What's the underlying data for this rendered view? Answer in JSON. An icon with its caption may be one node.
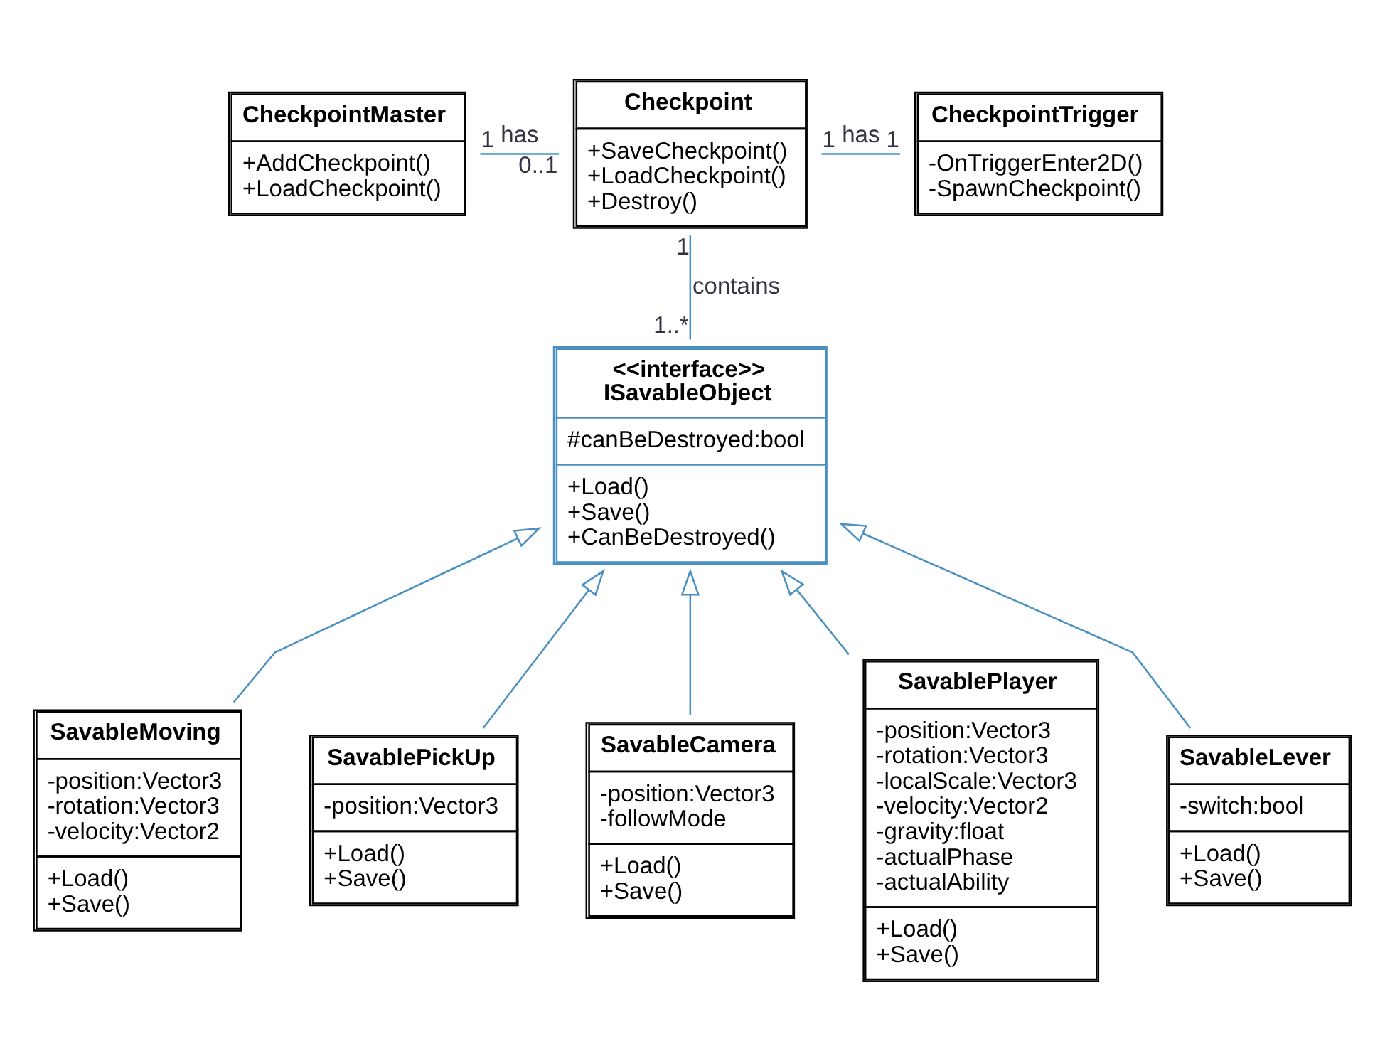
{
  "diagram": {
    "nodes": [
      {
        "text": [
          "CheckpointMaster",
          "+AddCheckpoint() +LoadCheckpoint()"
        ]
      },
      {
        "text": [
          "Checkpoint",
          "+SaveCheckpoint() +LoadCheckpoint() +Destroy()"
        ]
      },
      {
        "text": [
          "CheckpointTrigger",
          "-OnTriggerEnter2D() -SpawnCheckpoint()"
        ]
      },
      {
        "text": [
          "<<interface>> ISavableObject",
          "#canBeDestroyed:bool",
          "+Load() +Save() +CanBeDestroyed()"
        ]
      },
      {
        "text": [
          "SavableMoving",
          "-position:Vector3 -rotation:Vector3 -velocity:Vector2",
          "+Load() +Save()"
        ]
      },
      {
        "text": [
          "SavablePickUp",
          "-position:Vector3",
          "+Load() +Save()"
        ]
      },
      {
        "text": [
          "SavableCamera",
          "-position:Vector3 -followMode",
          "+Load() +Save()"
        ]
      },
      {
        "text": [
          "SavablePlayer",
          "-position:Vector3 -rotation:Vector3 -localScale:Vector3 -velocity:Vector2 -gravity:float -actualPhase -actualAbility",
          "+Load() +Save()"
        ]
      },
      {
        "text": [
          "SavableLever",
          "-switch:bool",
          "+Load() +Save()"
        ]
      }
    ],
    "edges": [
      {
        "from": 0,
        "to": 1,
        "arrow": "none",
        "label": "has"
      },
      {
        "from": 1,
        "to": 2,
        "arrow": "none",
        "label": "has"
      },
      {
        "from": 1,
        "to": 3,
        "arrow": "none",
        "label": "contains"
      },
      {
        "from": 4,
        "to": 3,
        "arrow": "to"
      },
      {
        "from": 5,
        "to": 3,
        "arrow": "to"
      },
      {
        "from": 6,
        "to": 3,
        "arrow": "to"
      },
      {
        "from": 7,
        "to": 3,
        "arrow": "to"
      },
      {
        "from": 8,
        "to": 3,
        "arrow": "to"
      }
    ],
    "labels": [
      "1",
      "0..1",
      "1",
      "1",
      "1",
      "1..*"
    ]
  }
}
